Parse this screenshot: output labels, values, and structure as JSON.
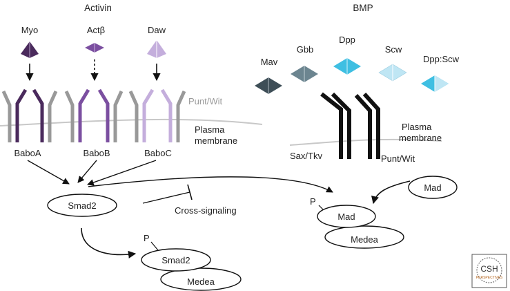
{
  "headers": {
    "activin": "Activin",
    "bmp": "BMP"
  },
  "activin": {
    "ligands": [
      "Myo",
      "Actβ",
      "Daw"
    ],
    "receptors": [
      "BaboA",
      "BaboB",
      "BaboC"
    ],
    "type2_receptor": "Punt/Wit",
    "membrane": [
      "Plasma",
      "membrane"
    ],
    "smad": "Smad2",
    "cross_signaling": "Cross-signaling",
    "phospho": "P",
    "complex": [
      "Smad2",
      "Medea"
    ]
  },
  "bmp": {
    "ligands": [
      "Mav",
      "Gbb",
      "Dpp",
      "Scw",
      "Dpp:Scw"
    ],
    "membrane": [
      "Plasma",
      "membrane"
    ],
    "receptor_left": "Sax/Tkv",
    "receptor_right": "Punt/Wit",
    "smad": "Mad",
    "phospho": "P",
    "complex": [
      "Mad",
      "Medea"
    ]
  },
  "logo": {
    "text": "CSH",
    "subtext": "PERSPECTIVES"
  },
  "colors": {
    "myo": "#4a2a5c",
    "actb": "#7b4fa0",
    "daw": "#c4aedc",
    "mav": "#3e4e57",
    "gbb": "#6c8590",
    "dpp": "#3fbfe2",
    "scw": "#bfe6f4",
    "receptor_outer": "#999999",
    "receptor_dark": "#111111",
    "membrane": "#c8c8c8"
  }
}
